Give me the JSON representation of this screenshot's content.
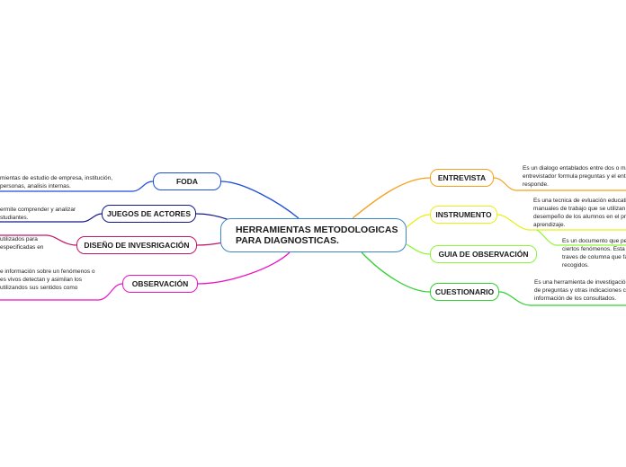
{
  "root": {
    "line1": "HERRAMIENTAS METODOLOGICAS",
    "line2": "PARA DIAGNOSTICAS."
  },
  "colors": {
    "root_border": "#3b87c8",
    "foda": "#1d4fd8",
    "juegos": "#141a8a",
    "diseno": "#c2186b",
    "observacion": "#e815c8",
    "entrevista": "#f5a11a",
    "instrumento": "#e8f016",
    "guia": "#8df53a",
    "cuestionario": "#2fd12f"
  },
  "left": {
    "foda": {
      "label": "FODA",
      "note": [
        "mientas de estudio de empresa, institución,",
        "personas, analisis internas."
      ]
    },
    "juegos": {
      "label": "JUEGOS DE ACTORES",
      "note": [
        "ermite comprender y analizar",
        "studiantes."
      ]
    },
    "diseno": {
      "label": "DISEÑO DE INVESRIGACIÓN",
      "note": [
        "utilizados para",
        "especificadas en"
      ]
    },
    "observacion": {
      "label": "OBSERVACIÓN",
      "note": [
        "e información sobre un fenómenos o",
        "es vivos detectan y asimilan los",
        "utilizandos sus sentidos como"
      ]
    }
  },
  "right": {
    "entrevista": {
      "label": "ENTREVISTA",
      "note": [
        "Es un dialogo entablados entre dos o mas",
        "entrevistador formula preguntas y el entr",
        "responde."
      ]
    },
    "instrumento": {
      "label": "INSTRUMENTO",
      "note": [
        "Es una tecnica de evluación educativ",
        "manuales de trabajo que se utilizan p",
        "desempeño de los alumnos en el pro",
        "aprendizaje."
      ]
    },
    "guia": {
      "label": "GUIA DE OBSERVACIÓN",
      "note": [
        "Es un documento que pe",
        "ciertos fenómenos. Esta",
        "traves de columna que fa",
        "recogidos."
      ]
    },
    "cuestionario": {
      "label": "CUESTIONARIO",
      "note": [
        "Es una herramienta de investigación",
        "de preguntas y otras indicaciones co",
        "información de los consultados."
      ]
    }
  }
}
